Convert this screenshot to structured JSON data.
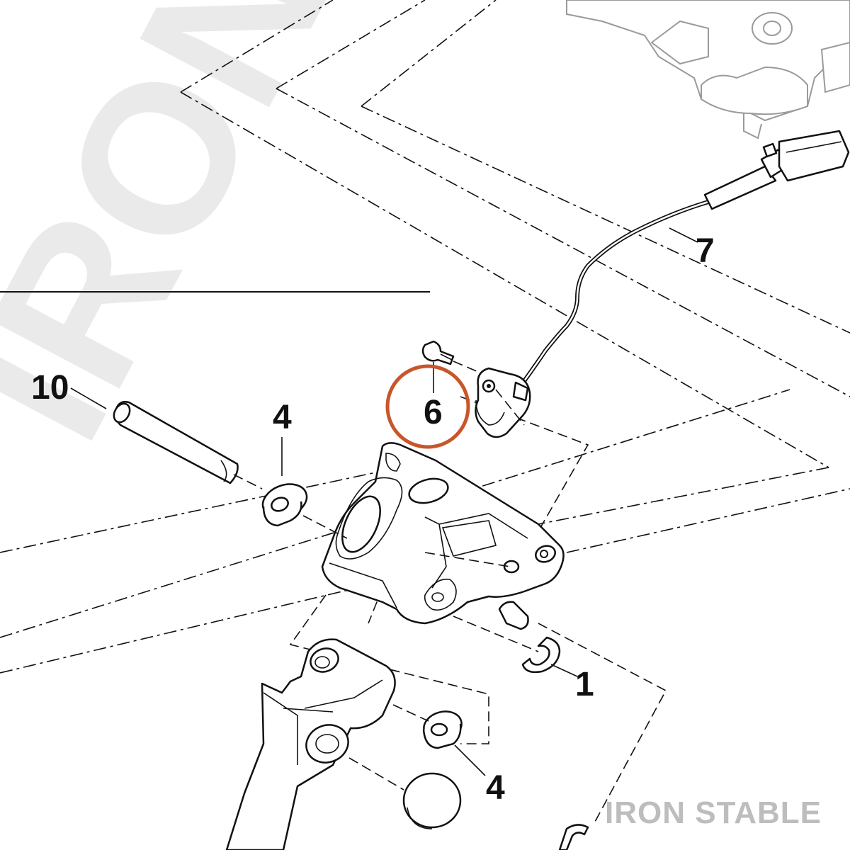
{
  "watermark": {
    "text": "IRON STABLE"
  },
  "brand": {
    "text": "IRON STABLE",
    "color": "#bdbdbd"
  },
  "highlight": {
    "color": "#c8562a",
    "target": "6"
  },
  "callouts": {
    "c10": "10",
    "c4a": "4",
    "c6": "6",
    "c7": "7",
    "c1": "1",
    "c4b": "4"
  }
}
